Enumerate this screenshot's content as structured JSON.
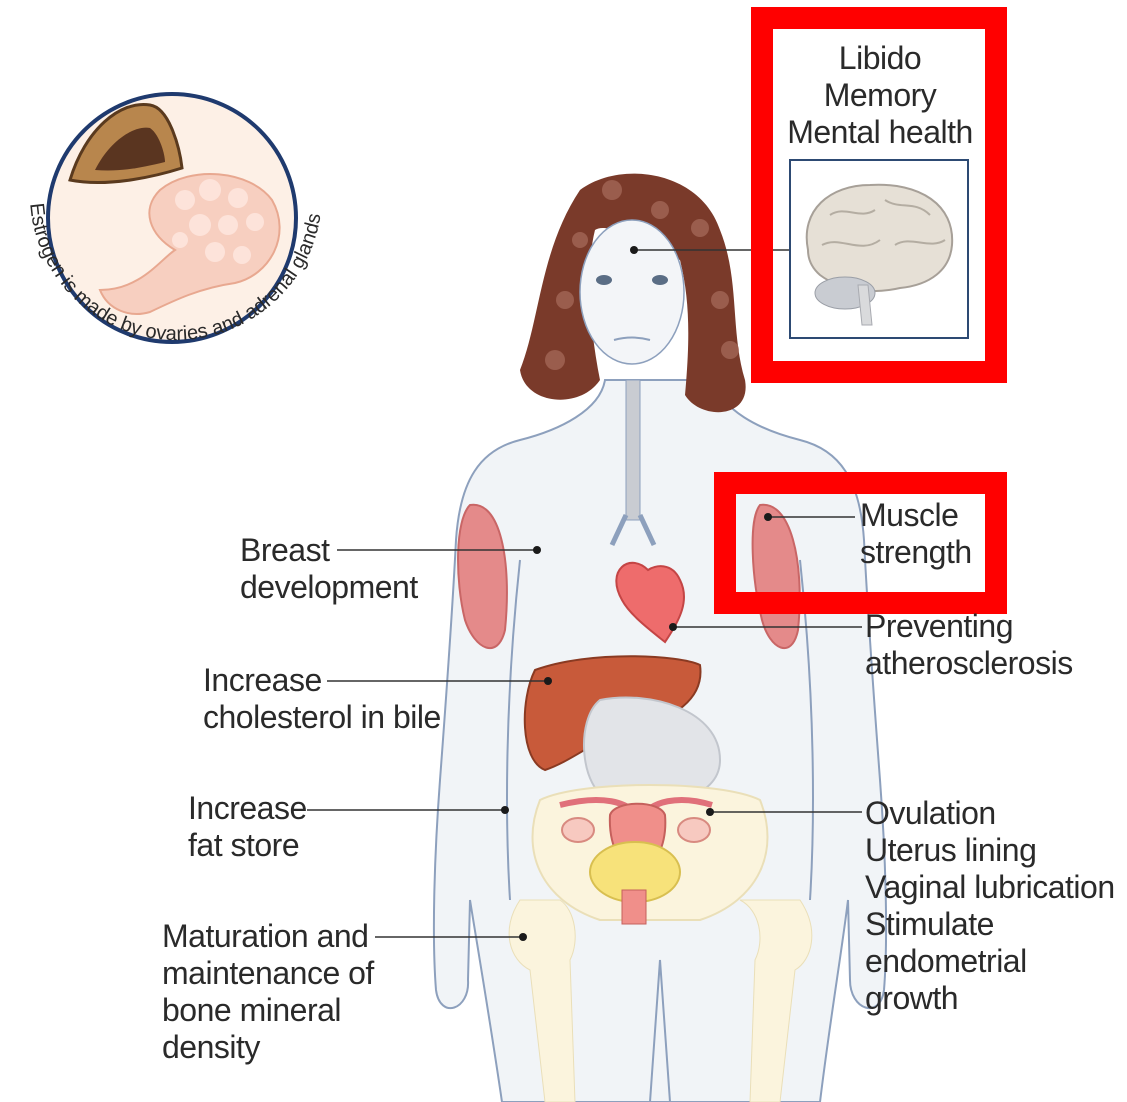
{
  "gland_caption": "Estrogen is made by ovaries and adrenal glands",
  "labels": {
    "brain": [
      "Libido",
      "Memory",
      "Mental health"
    ],
    "muscle": [
      "Muscle",
      "strength"
    ],
    "breast": [
      "Breast",
      "development"
    ],
    "heart": [
      "Preventing",
      "atherosclerosis"
    ],
    "liver": [
      "Increase",
      "cholesterol in bile"
    ],
    "fat": [
      "Increase",
      "fat store"
    ],
    "uterus": [
      "Ovulation",
      "Uterus lining",
      "Vaginal lubrication",
      "Stimulate",
      "endometrial",
      "growth"
    ],
    "bone": [
      "Maturation and",
      "maintenance of",
      "bone mineral",
      "density"
    ]
  },
  "highlight_color": "#ff0000"
}
